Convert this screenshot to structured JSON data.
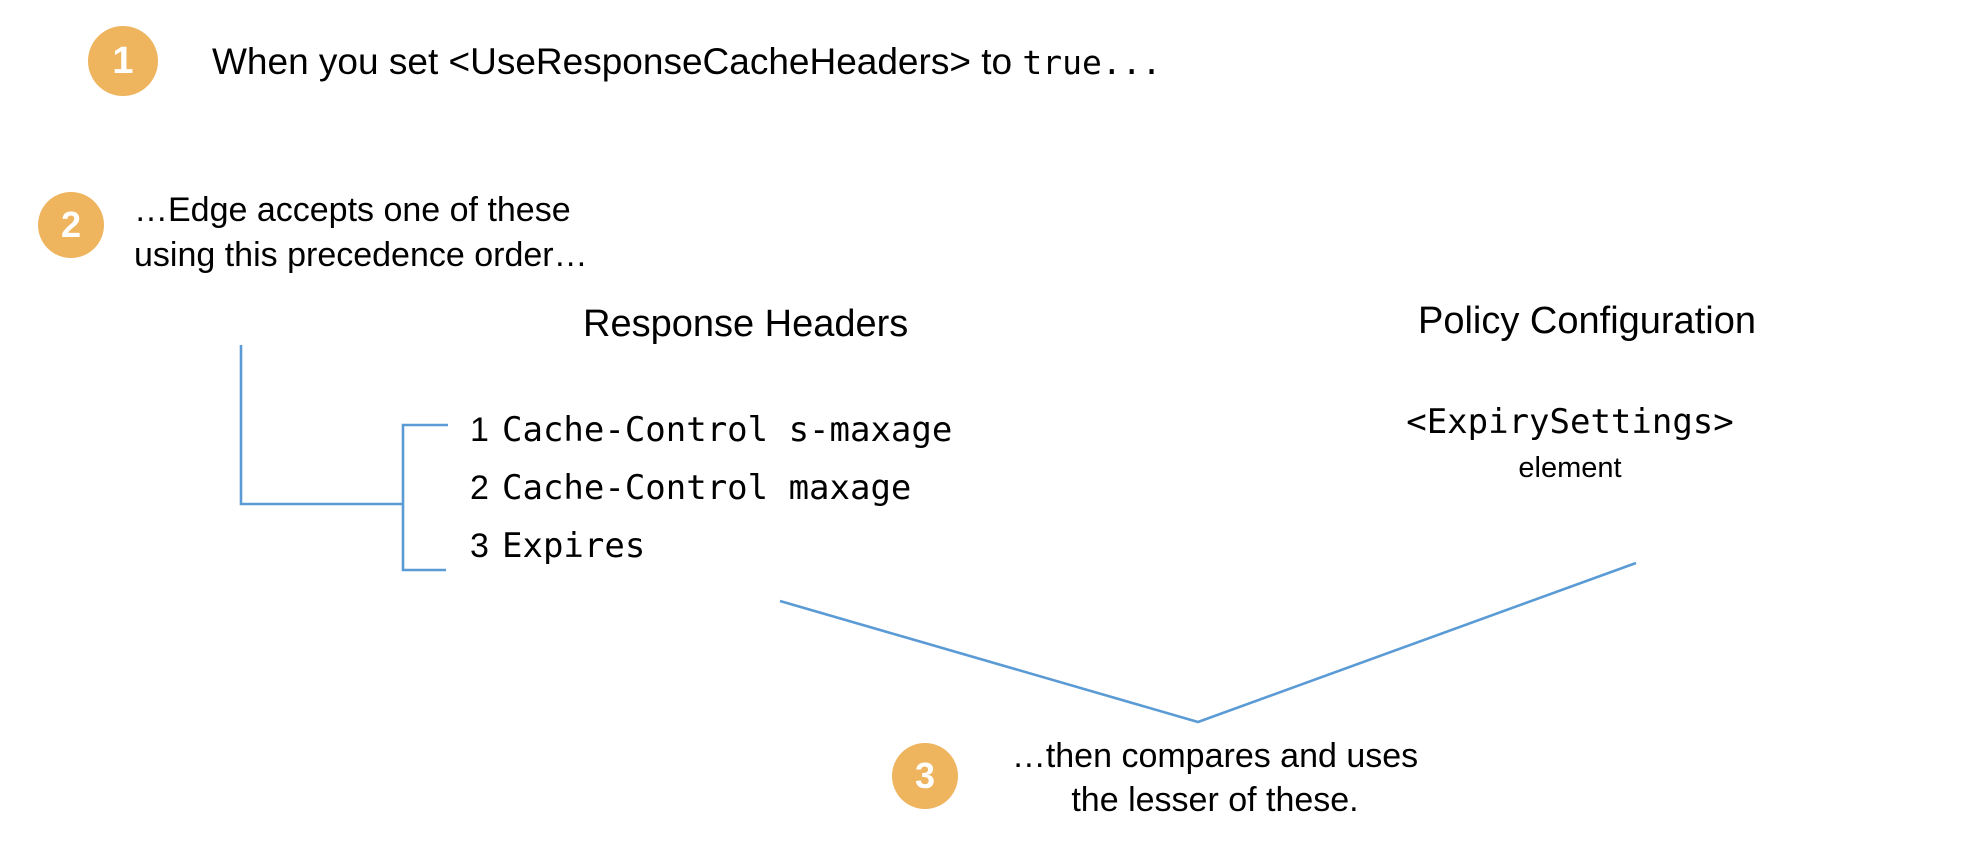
{
  "colors": {
    "badge_fill": "#eeb45e",
    "badge_text": "#ffffff",
    "connector_line": "#5b9bd5",
    "text": "#000000",
    "background": "#ffffff"
  },
  "steps": [
    {
      "number": "1",
      "text_prefix": "When you set <UseResponseCacheHeaders> to ",
      "text_code": "true..."
    },
    {
      "number": "2",
      "text": "…Edge accepts one of these using this precedence order…"
    },
    {
      "number": "3",
      "line1": "…then compares and uses",
      "line2": "the lesser of these."
    }
  ],
  "columns": {
    "response_headers": {
      "heading": "Response Headers",
      "items": [
        {
          "num": "1",
          "code": "Cache-Control s-maxage"
        },
        {
          "num": "2",
          "code": "Cache-Control maxage"
        },
        {
          "num": "3",
          "code": "Expires"
        }
      ]
    },
    "policy_configuration": {
      "heading": "Policy Configuration",
      "element_code": "<ExpirySettings>",
      "element_label": "element"
    }
  }
}
